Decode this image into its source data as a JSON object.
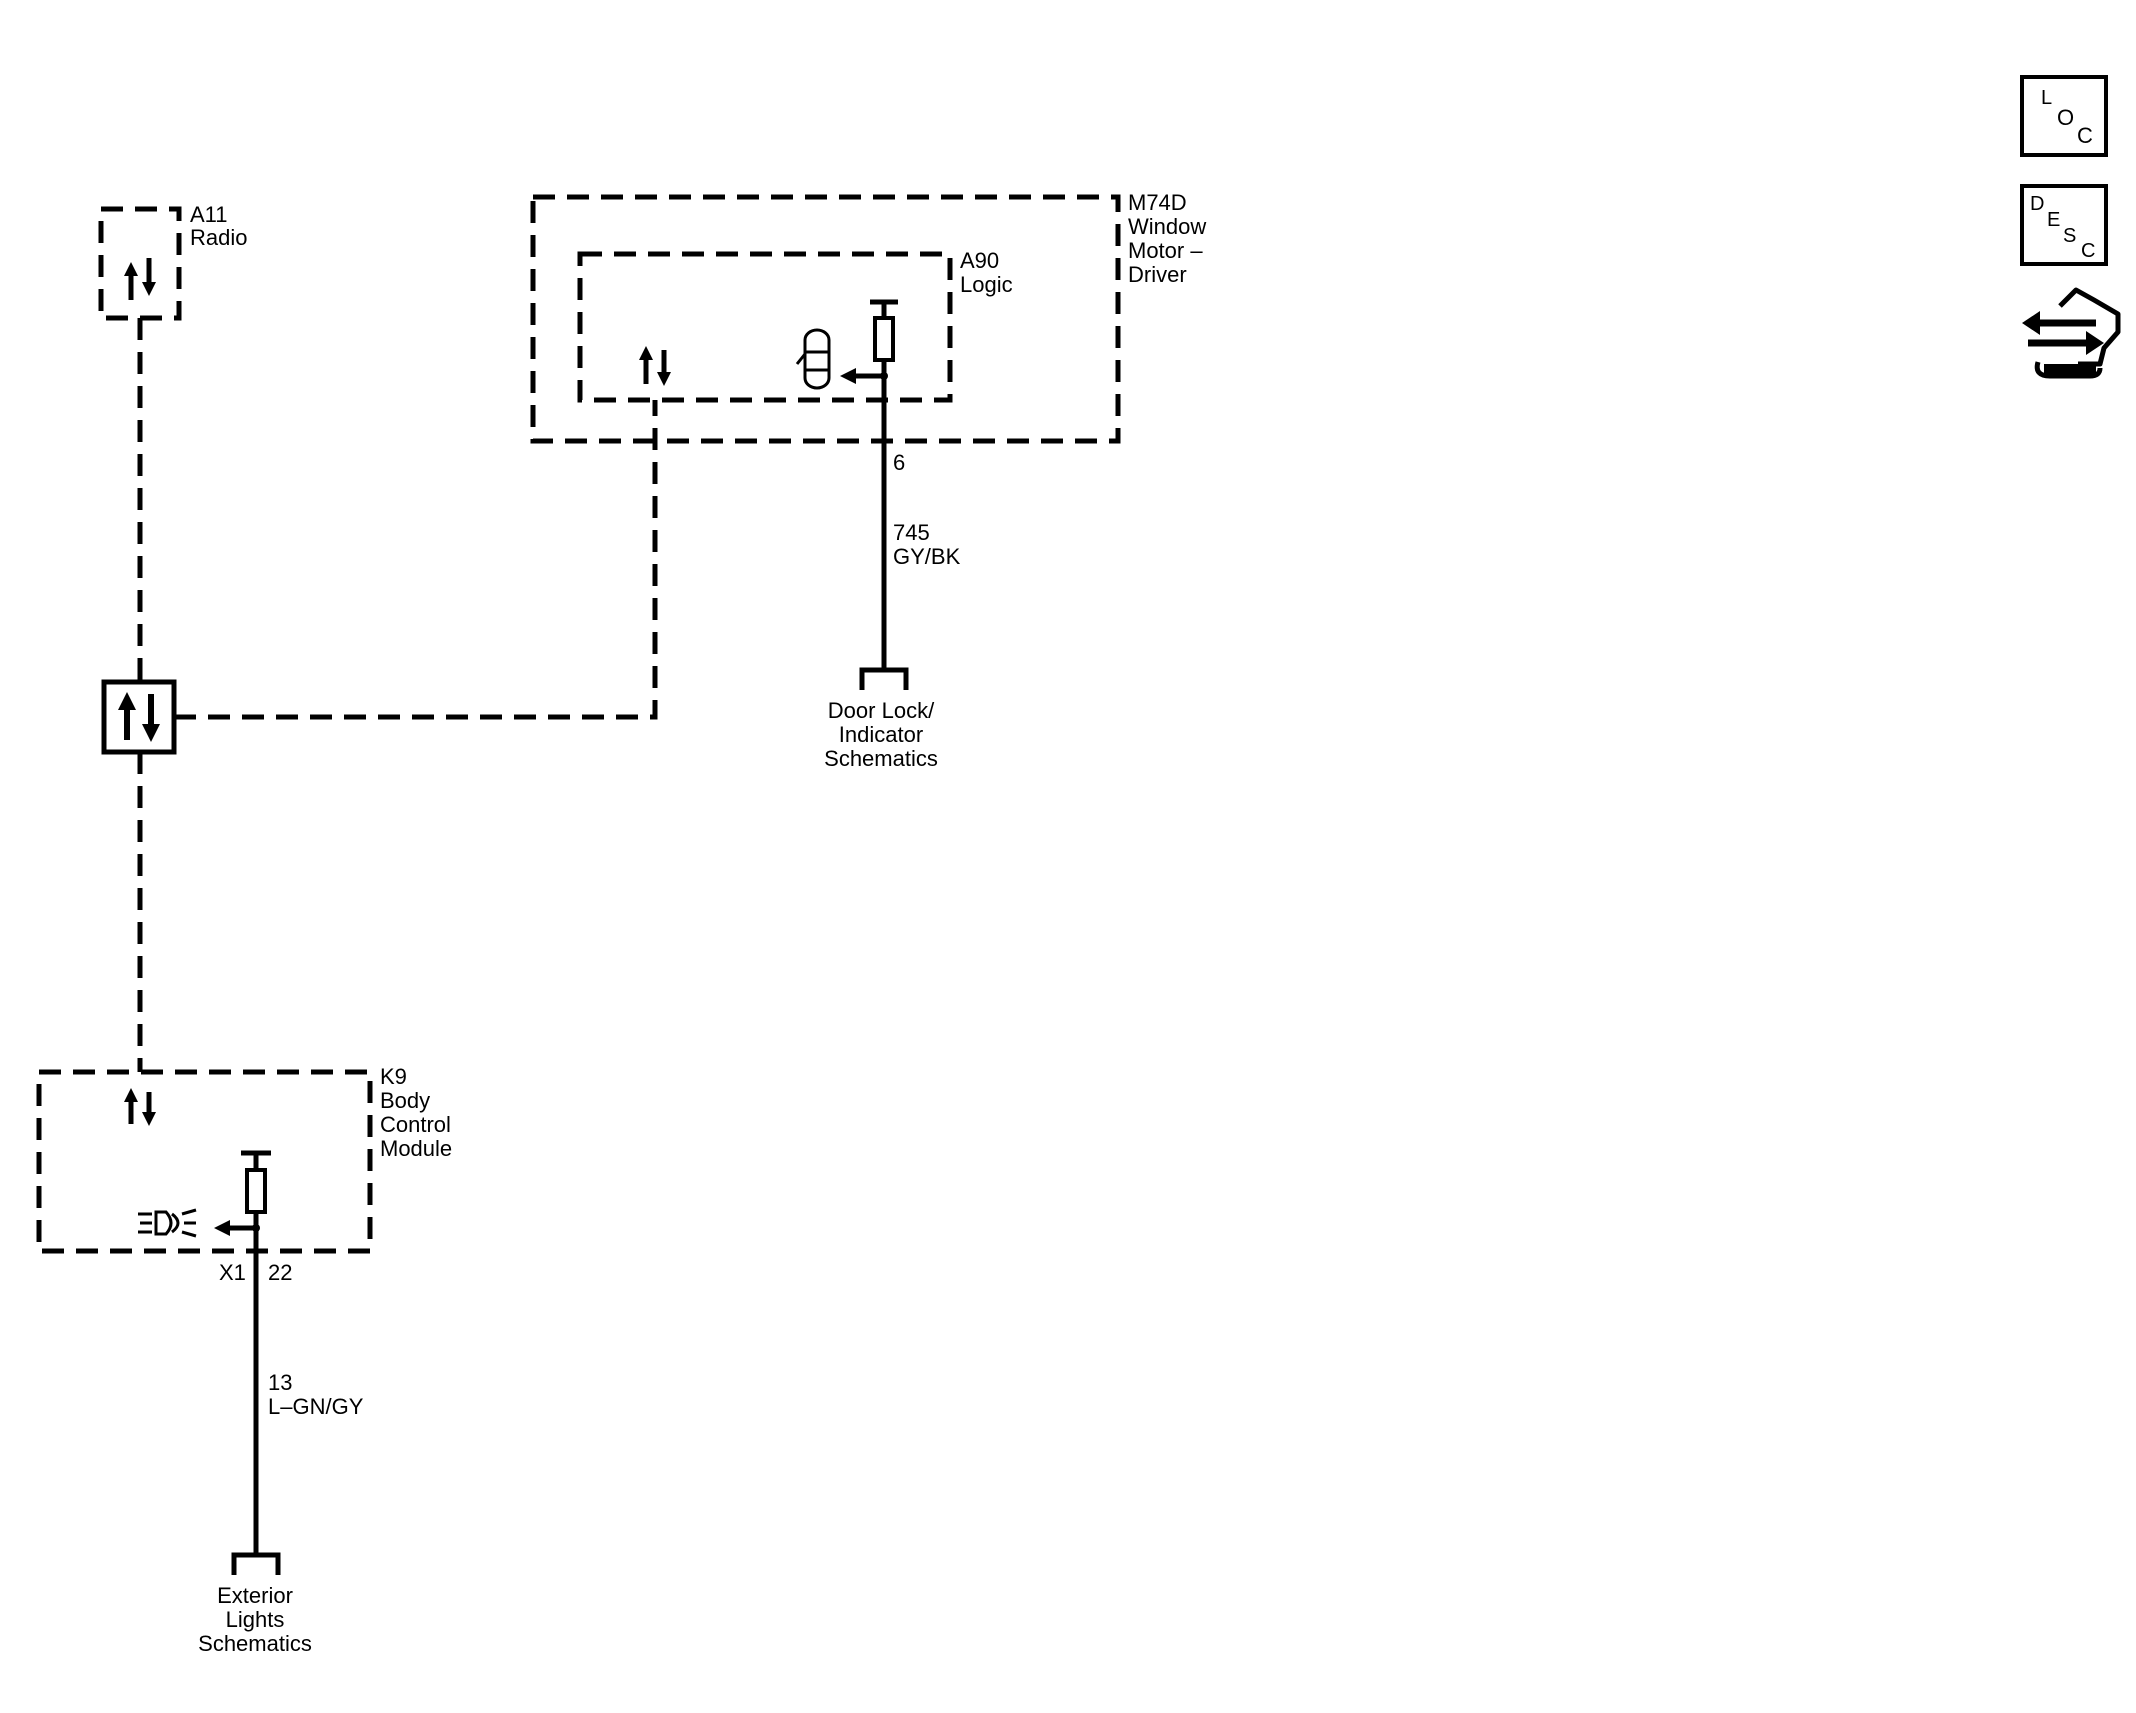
{
  "components": {
    "a11": {
      "ref": "A11",
      "name": "Radio"
    },
    "m74d": {
      "ref": "M74D",
      "name_lines": [
        "Window",
        "Motor –",
        "Driver"
      ]
    },
    "a90": {
      "ref": "A90",
      "name": "Logic"
    },
    "k9": {
      "ref": "K9",
      "name_lines": [
        "Body",
        "Control",
        "Module"
      ]
    }
  },
  "wires": {
    "door_lock": {
      "pin": "6",
      "circuit": "745",
      "color": "GY/BK"
    },
    "exterior_lights": {
      "connector": "X1",
      "pin": "22",
      "circuit": "13",
      "color": "L–GN/GY"
    }
  },
  "references": {
    "door_lock": [
      "Door Lock/",
      "Indicator",
      "Schematics"
    ],
    "exterior_lights": [
      "Exterior",
      "Lights",
      "Schematics"
    ]
  },
  "side_icons": {
    "loc": {
      "letters": [
        "L",
        "O",
        "C"
      ]
    },
    "desc": {
      "letters": [
        "D",
        "E",
        "S",
        "C"
      ]
    },
    "third": "connector-hand-icon"
  },
  "icons": {
    "data_bus": "bidirectional-arrows-icon",
    "door_lock_indicator": "car-door-icon",
    "exterior_lamp": "headlamp-icon",
    "switch": "pull-up-switch-icon"
  }
}
